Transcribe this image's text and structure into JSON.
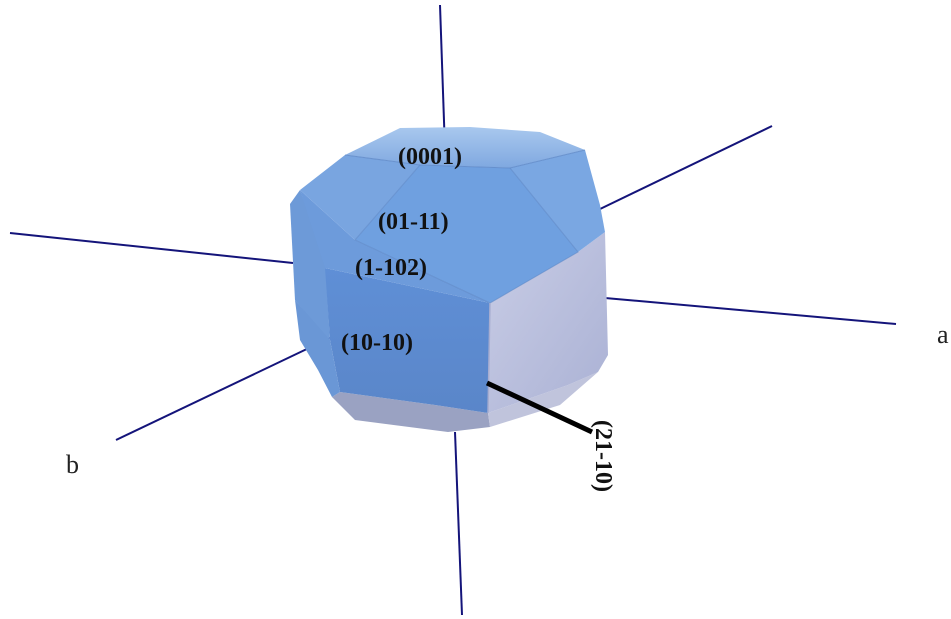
{
  "axes": {
    "a_label": "a",
    "b_label": "b"
  },
  "faces": {
    "f0001": "(0001)",
    "f01_11": "(01-11)",
    "f1_102": "(1-102)",
    "f10_10": "(10-10)",
    "f21_10": "(21-10)"
  },
  "colors": {
    "axis": "#14147a",
    "face_blue": "#6a97d6",
    "face_side": "#b8bedd",
    "leader": "#000000"
  }
}
